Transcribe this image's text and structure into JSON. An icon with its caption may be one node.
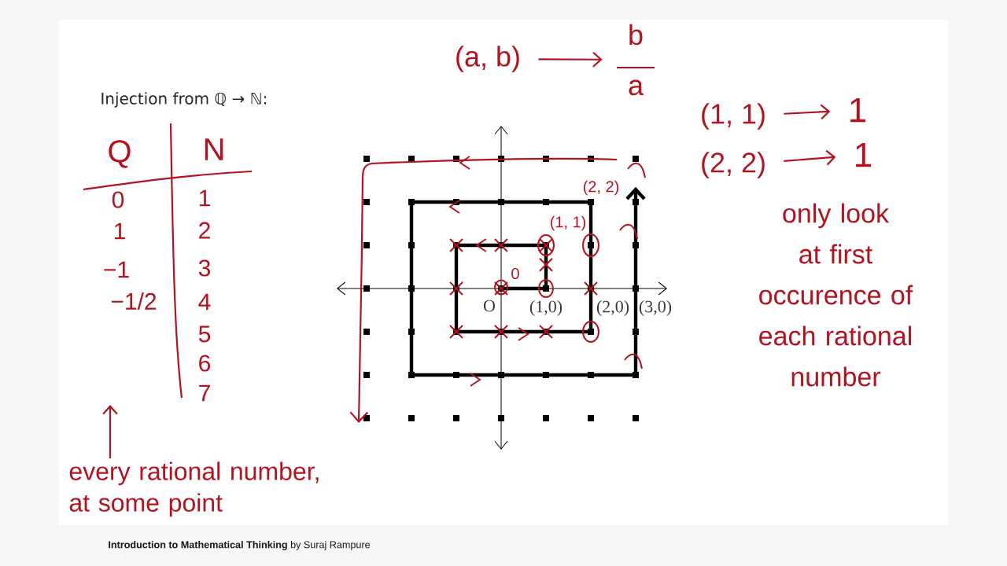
{
  "diagram": {
    "title": "Injection from ℚ → ℕ:",
    "caption": "**Introduction to Mathematical Thinking** by Suraj Rampure",
    "nodes": [
      {
        "text": [
          "(a, b)"
        ]
      },
      {
        "text": [
          "b",
          "a"
        ]
      },
      {
        "text": [
          "(1, 1)"
        ]
      },
      {
        "text": [
          "1"
        ]
      },
      {
        "text": [
          "(2, 2)"
        ]
      },
      {
        "text": [
          "1"
        ]
      },
      {
        "text": [
          "every rational number, at some point"
        ]
      }
    ],
    "edges": [
      {
        "from": 0,
        "to": 1,
        "arrow": "to"
      },
      {
        "from": 2,
        "to": 3,
        "arrow": "to"
      },
      {
        "from": 4,
        "to": 5,
        "arrow": "to"
      },
      {
        "from": 6,
        "to": null,
        "arrow": "to"
      }
    ],
    "labels": [
      "Q",
      "N",
      "0",
      "1",
      "1",
      "2",
      "−1",
      "3",
      "−1/2",
      "4",
      "5",
      "6",
      "7",
      "(2, 2)",
      "(1, 1)",
      "0",
      "O",
      "(1,0)",
      "(2,0)",
      "(3,0)",
      "only look at first occurence of each rational number"
    ]
  }
}
